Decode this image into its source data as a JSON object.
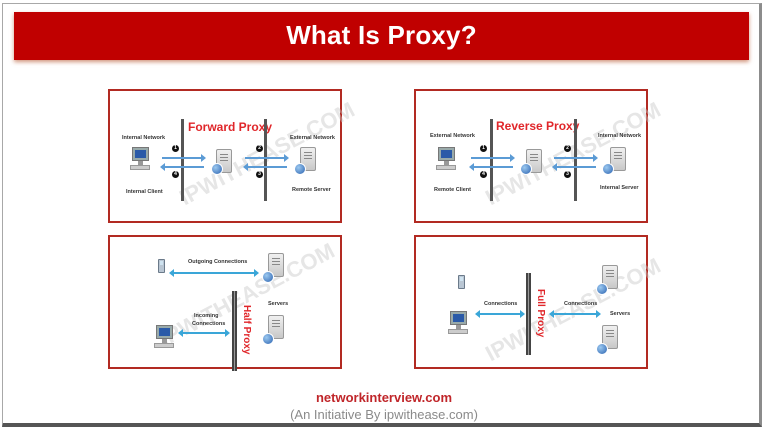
{
  "header": {
    "title": "What Is Proxy?"
  },
  "colors": {
    "banner": "#c00000",
    "panel_border": "#b22a22",
    "accent_red": "#e0262a",
    "arrow_blue": "#5b9bd5"
  },
  "watermark": "IPWITHEASE.COM",
  "panels": {
    "forward": {
      "title": "Forward Proxy",
      "left_network": "Internal Network",
      "left_node": "Internal Client",
      "right_network": "External Network",
      "right_node": "Remote Server",
      "steps": [
        "1",
        "4",
        "2",
        "3"
      ]
    },
    "reverse": {
      "title": "Reverse Proxy",
      "left_network": "External Network",
      "left_node": "Remote Client",
      "right_network": "Internal Network",
      "right_node": "Internal Server",
      "steps": [
        "1",
        "4",
        "2",
        "3"
      ]
    },
    "half": {
      "title": "Half Proxy",
      "outgoing": "Outgoing Connections",
      "incoming_line1": "Incoming",
      "incoming_line2": "Connections",
      "servers": "Servers"
    },
    "full": {
      "title": "Full Proxy",
      "left_conn": "Connections",
      "right_conn": "Connections",
      "servers": "Servers"
    }
  },
  "footer": {
    "site": "networkinterview.com",
    "tagline": "(An Initiative By ipwithease.com)"
  }
}
